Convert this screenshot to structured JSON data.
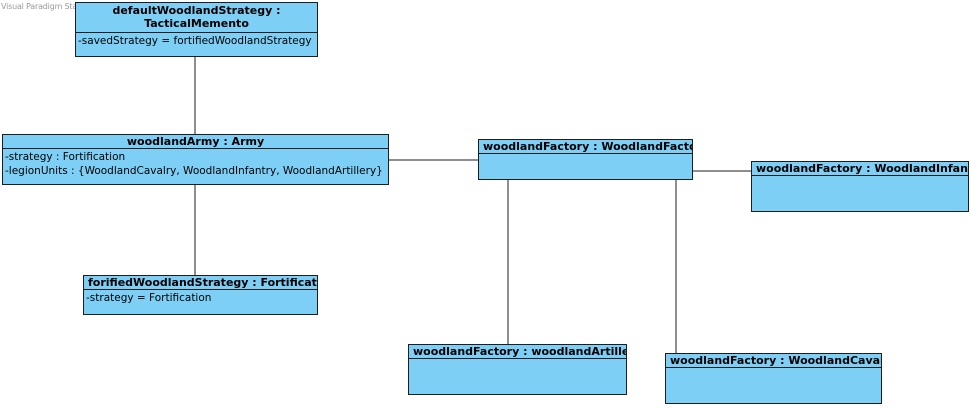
{
  "watermark": "Visual Paradigm Standard(Naze(Ece University)))",
  "objects": {
    "memento": {
      "title": "defaultWoodlandStrategy : TacticalMemento",
      "attrs": [
        "-savedStrategy = fortifiedWoodlandStrategy"
      ]
    },
    "army": {
      "title": "woodlandArmy : Army",
      "attrs": [
        "-strategy : Fortification",
        "-legionUnits : {WoodlandCavalry, WoodlandInfantry, WoodlandArtillery}"
      ]
    },
    "fortification": {
      "title": "forifiedWoodlandStrategy : Fortification",
      "attrs": [
        "-strategy = Fortification"
      ]
    },
    "factory": {
      "title": "woodlandFactory : WoodlandFactory",
      "attrs": []
    },
    "infantry": {
      "title": "woodlandFactory : WoodlandInfantry",
      "attrs": []
    },
    "artillery": {
      "title": "woodlandFactory : woodlandArtillery",
      "attrs": []
    },
    "cavalry": {
      "title": "woodlandFactory : WoodlandCavalry",
      "attrs": []
    }
  }
}
